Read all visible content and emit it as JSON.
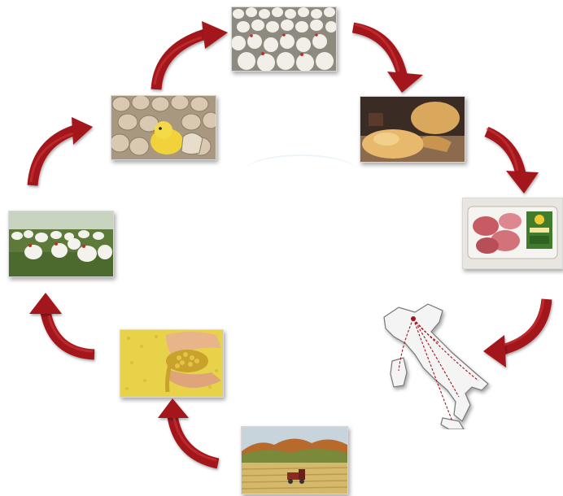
{
  "diagram": {
    "steps": [
      {
        "id": "hens-farm",
        "icon": "hen-flock-photo"
      },
      {
        "id": "hatchery",
        "icon": "chick-eggs-photo"
      },
      {
        "id": "poultry-house",
        "icon": "broiler-crowd-photo"
      },
      {
        "id": "processing",
        "icon": "roast-chicken-photo"
      },
      {
        "id": "packaging",
        "icon": "meat-tray-photo"
      },
      {
        "id": "distribution",
        "icon": "italy-map"
      },
      {
        "id": "crops",
        "icon": "harvest-field-photo"
      },
      {
        "id": "feed",
        "icon": "corn-feed-photo"
      }
    ],
    "arrow_color": "#a3141c",
    "arrow_highlight": "#d23a3a",
    "flow": "clockwise"
  }
}
